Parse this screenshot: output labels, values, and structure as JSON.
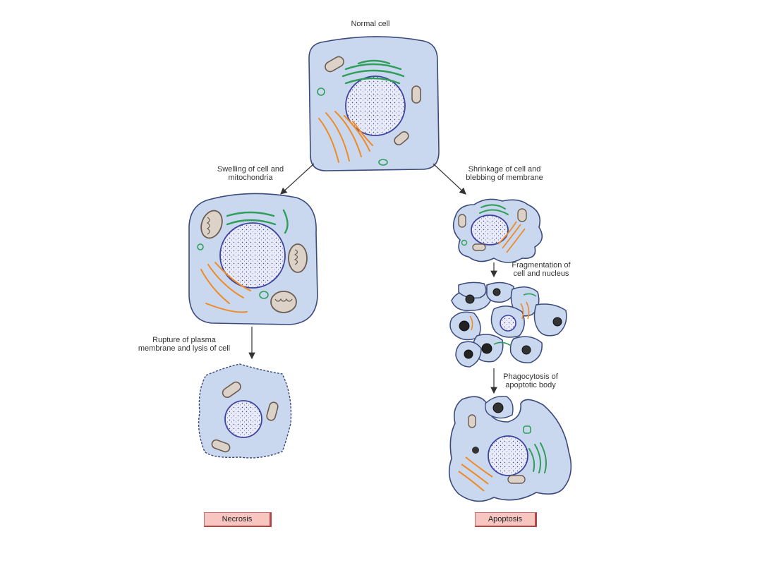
{
  "labels": {
    "normal_cell": "Normal cell",
    "swelling_1": "Swelling of cell and",
    "swelling_2": "mitochondria",
    "shrinkage_1": "Shrinkage of cell and",
    "shrinkage_2": "blebbing of membrane",
    "rupture_1": "Rupture of plasma",
    "rupture_2": "membrane and lysis of cell",
    "fragmentation_1": "Fragmentation of",
    "fragmentation_2": "cell and nucleus",
    "phagocytosis_1": "Phagocytosis of",
    "phagocytosis_2": "apoptotic body"
  },
  "outcomes": {
    "necrosis": "Necrosis",
    "apoptosis": "Apoptosis"
  },
  "colors": {
    "cell_fill": "#c9d8ee",
    "cell_stroke": "#3b4a7a",
    "nucleus": "#4a4fa8",
    "golgi": "#2e9e5a",
    "er": "#f08a24",
    "mitochondria": "#7a6a60",
    "tag_fill": "#f7c6c0",
    "arrow": "#333333"
  }
}
